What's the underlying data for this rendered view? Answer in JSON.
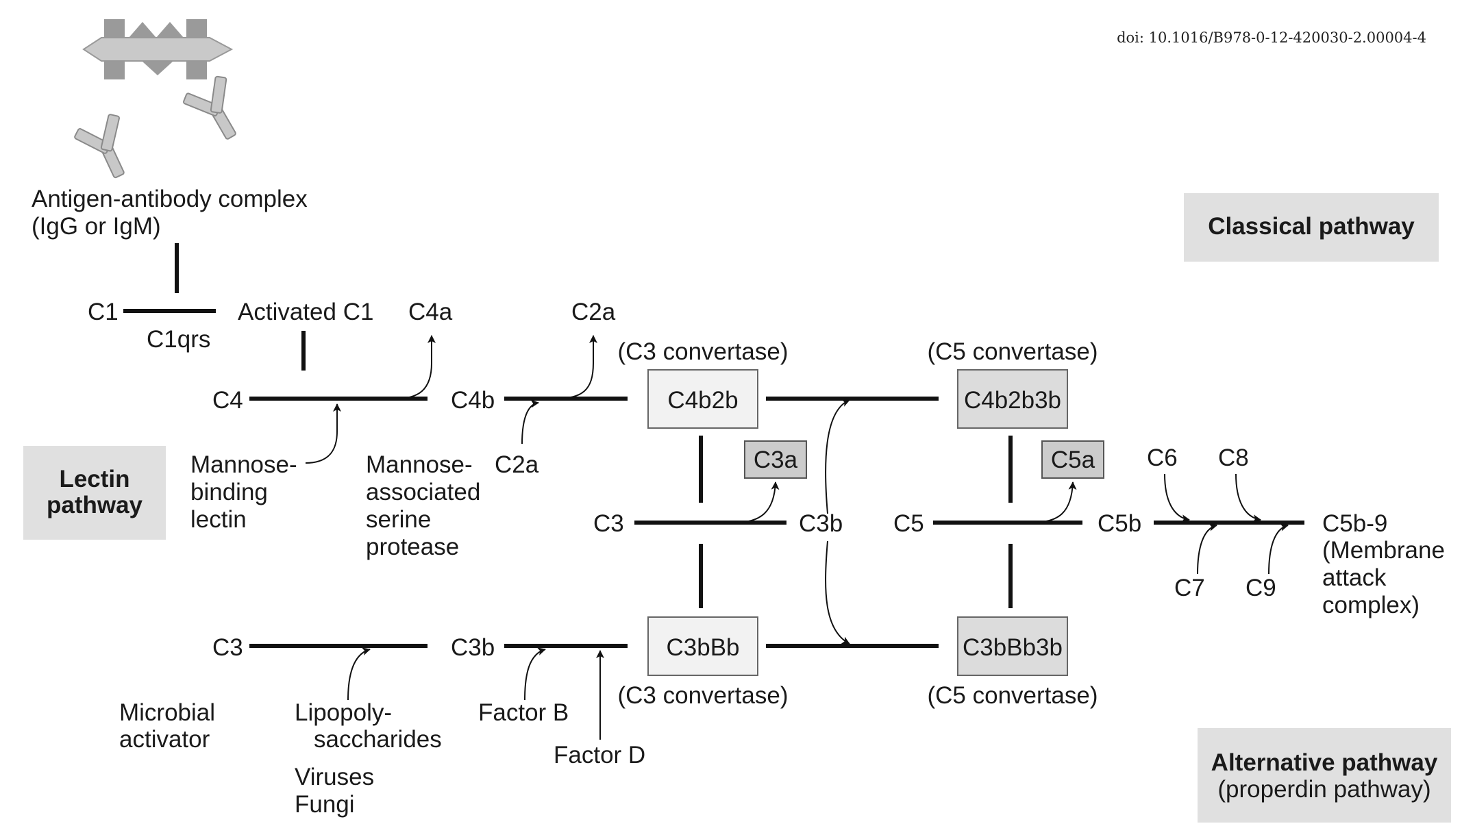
{
  "doi": "doi: 10.1016/B978-0-12-420030-2.00004-4",
  "icons": {
    "antigen": "antigen-icon",
    "antibody": "antibody-icon"
  },
  "colors": {
    "line": "#111111",
    "pathway_box": "#e0e0e0",
    "convertase_light": "#f2f2f2",
    "convertase_mid": "#dcdcdc",
    "fragment_box": "#cccccc",
    "antibody_fill": "#c8c8c8",
    "antigen_fill": "#9a9a9a"
  },
  "pathways": {
    "classical": "Classical pathway",
    "lectin": [
      "Lectin",
      "pathway"
    ],
    "alternative": [
      "Alternative pathway",
      "(properdin pathway)"
    ]
  },
  "classical": {
    "trigger": [
      "Antigen-antibody complex",
      "(IgG or IgM)"
    ],
    "c1": "C1",
    "c1qrs": "C1qrs",
    "activated_c1": "Activated C1",
    "c4": "C4",
    "c4a": "C4a",
    "c4b": "C4b",
    "c2a_top": "C2a",
    "c2a_bottom": "C2a"
  },
  "lectin": {
    "mbl": [
      "Mannose-",
      "binding",
      "lectin"
    ],
    "masp": [
      "Mannose-",
      "associated",
      "serine",
      "protease"
    ]
  },
  "convertases": {
    "c3_classical": "C4b2b",
    "c5_classical": "C4b2b3b",
    "c3_alternative": "C3bBb",
    "c5_alternative": "C3bBb3b",
    "c3_caption_top": "(C3 convertase)",
    "c5_caption_top": "(C5 convertase)",
    "c3_caption_bottom": "(C3 convertase)",
    "c5_caption_bottom": "(C5 convertase)"
  },
  "middle": {
    "c3": "C3",
    "c3a": "C3a",
    "c3b": "C3b",
    "c5": "C5",
    "c5a": "C5a",
    "c5b": "C5b"
  },
  "mac": {
    "c6": "C6",
    "c7": "C7",
    "c8": "C8",
    "c9": "C9",
    "product": [
      "C5b-9",
      "(Membrane",
      "attack",
      "complex)"
    ]
  },
  "alternative": {
    "c3": "C3",
    "c3b": "C3b",
    "microbial": [
      "Microbial",
      "activator"
    ],
    "lps": [
      "Lipopoly-",
      "saccharides"
    ],
    "others": [
      "Viruses",
      "Fungi"
    ],
    "factor_b": "Factor B",
    "factor_d": "Factor D"
  }
}
